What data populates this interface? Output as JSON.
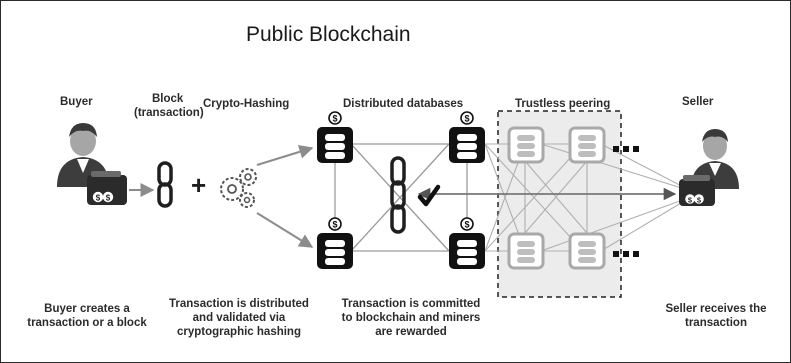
{
  "title": "Public Blockchain",
  "headers": {
    "buyer": "Buyer",
    "block_line1": "Block",
    "block_line2": "(transaction)",
    "crypto_hashing": "Crypto-Hashing",
    "distributed_databases": "Distributed databases",
    "trustless_peering": "Trustless peering",
    "seller": "Seller"
  },
  "captions": {
    "buyer": [
      "Buyer creates a",
      "transaction or a block"
    ],
    "distributed": [
      "Transaction is distributed",
      "and validated via",
      "cryptographic hashing"
    ],
    "committed": [
      "Transaction is committed",
      "to blockchain and miners",
      "are rewarded"
    ],
    "seller": [
      "Seller receives the",
      "transaction"
    ]
  },
  "symbols": {
    "plus": "+",
    "coin": "$",
    "ellipsis": "..."
  }
}
